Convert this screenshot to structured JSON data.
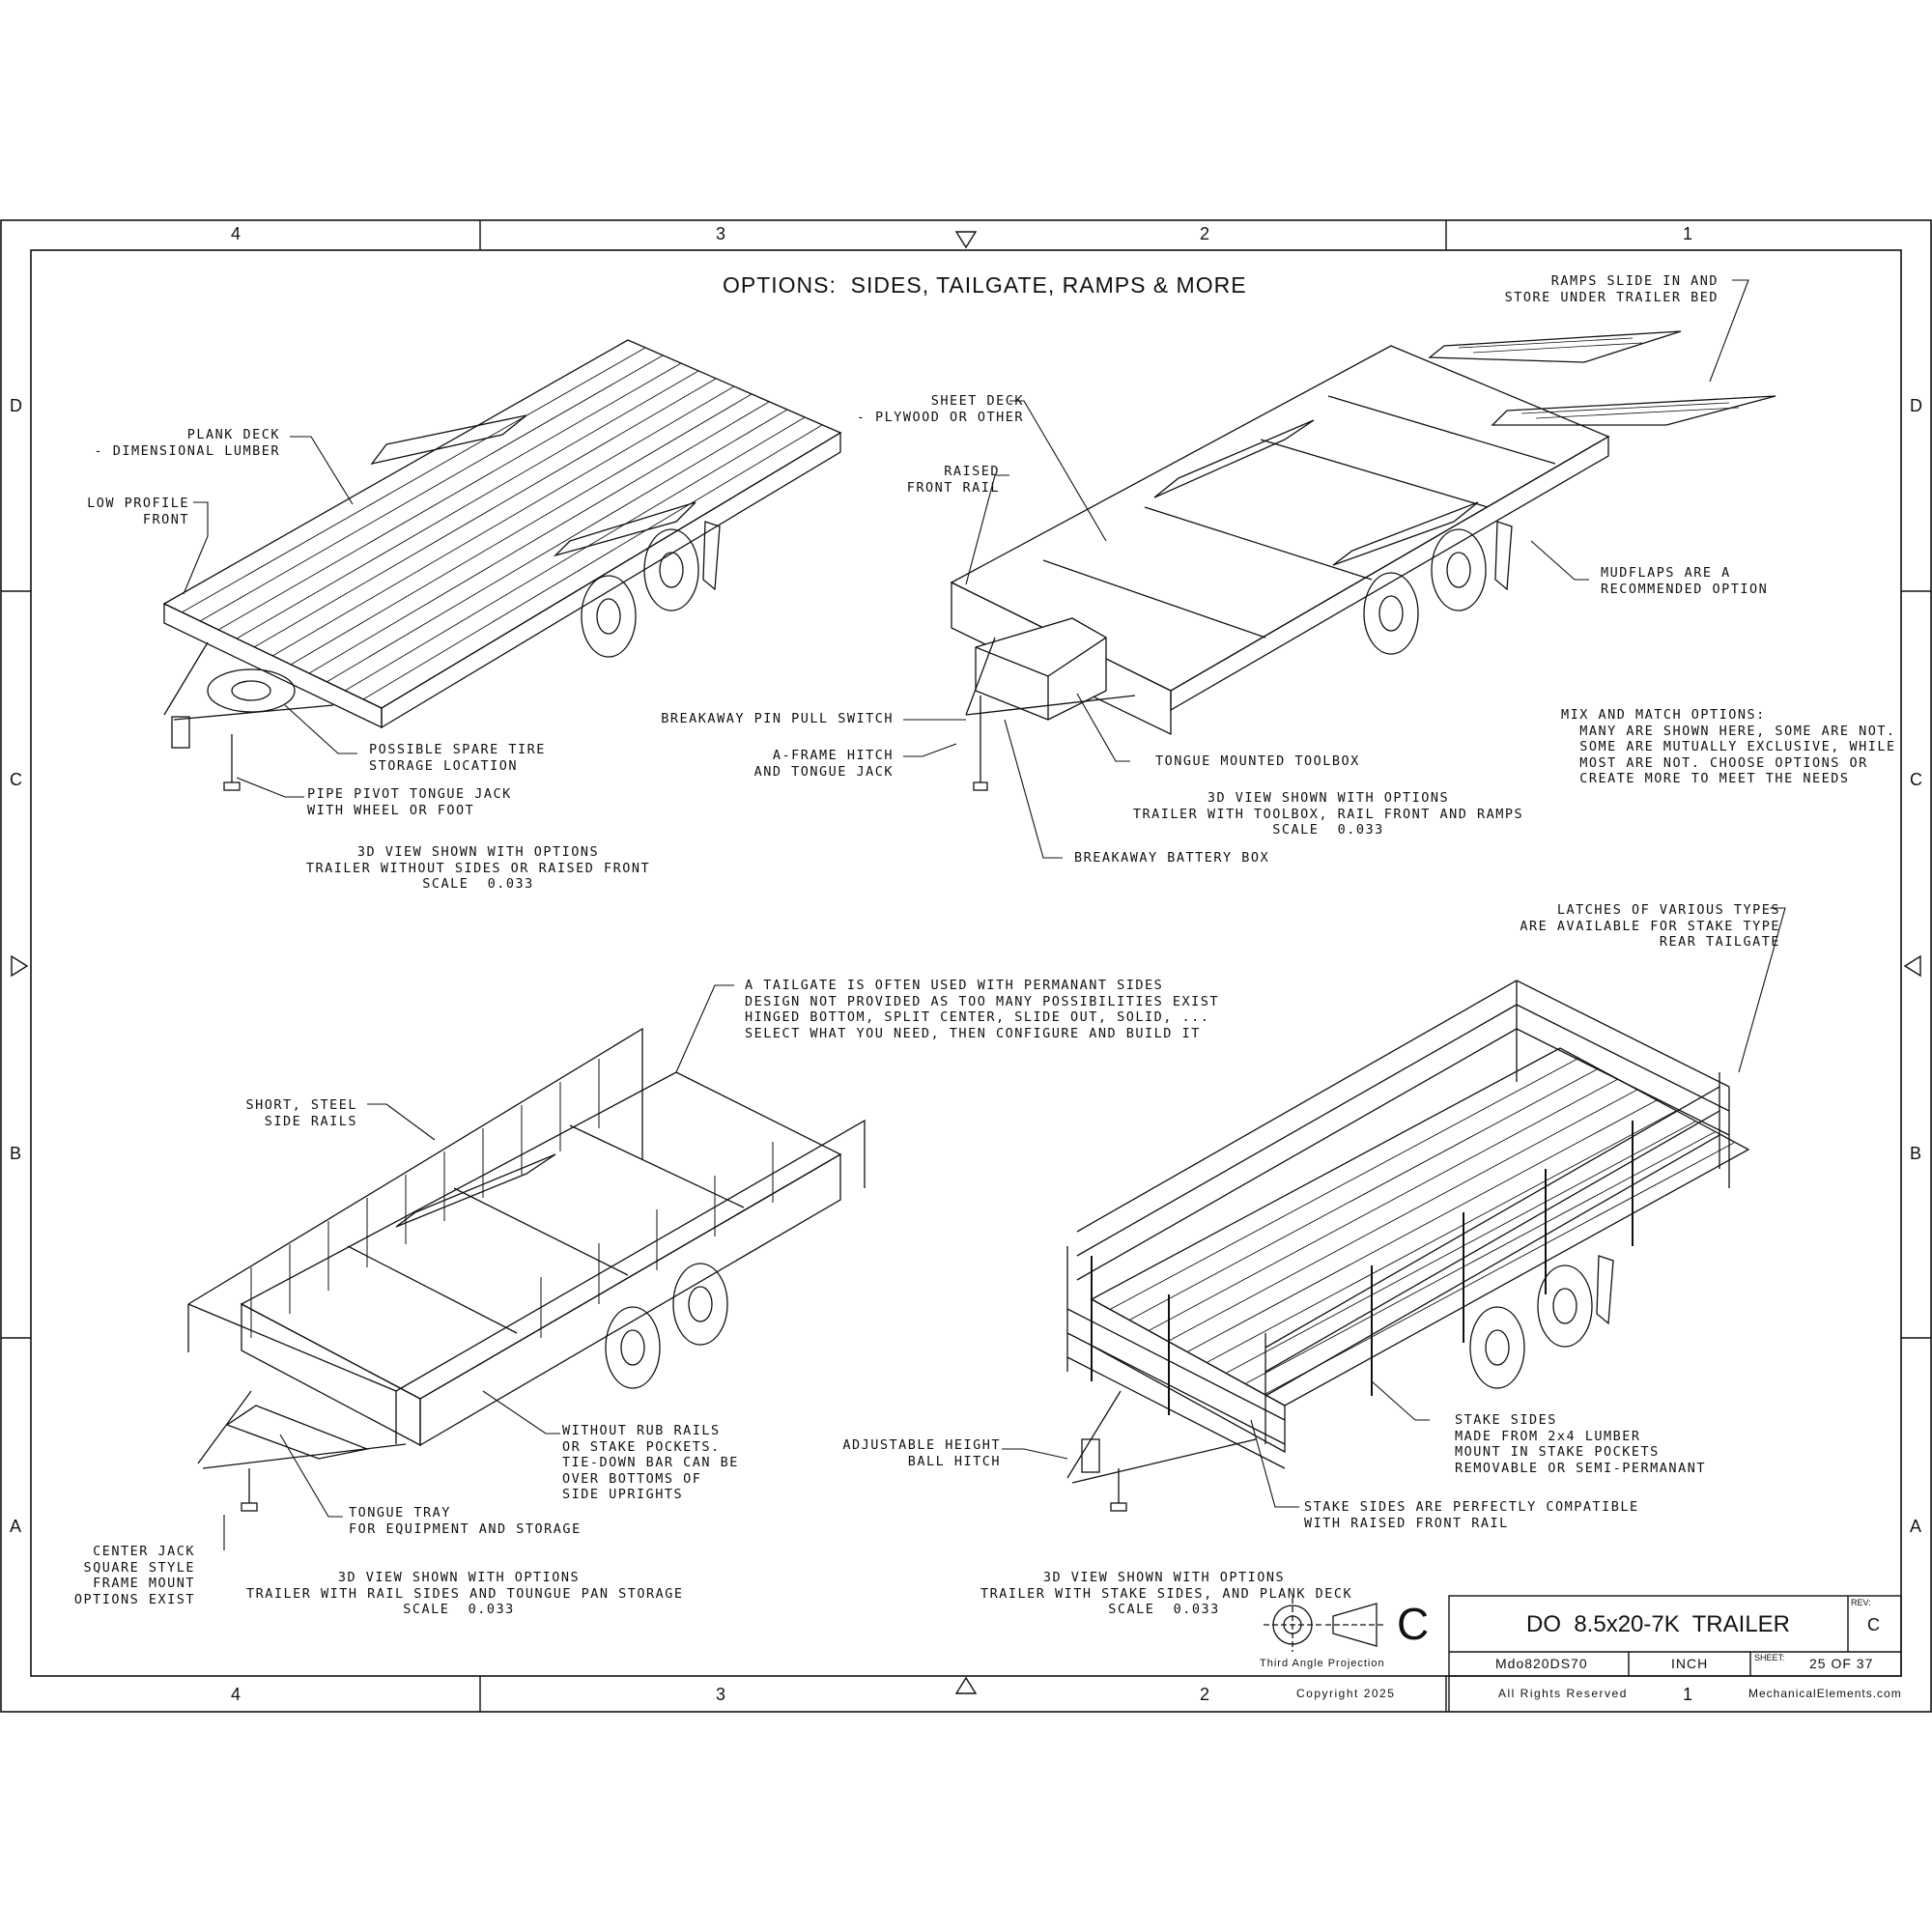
{
  "page_title": "OPTIONS:  SIDES, TAILGATE, RAMPS & MORE",
  "zones": {
    "columns": [
      "4",
      "3",
      "2",
      "1"
    ],
    "rows": [
      "D",
      "C",
      "B",
      "A"
    ]
  },
  "views": [
    {
      "caption": "3D VIEW SHOWN WITH OPTIONS\nTRAILER WITHOUT SIDES OR RAISED FRONT\nSCALE  0.033",
      "callouts": [
        "PLANK DECK\n- DIMENSIONAL LUMBER",
        "LOW PROFILE\nFRONT",
        "POSSIBLE SPARE TIRE\nSTORAGE LOCATION",
        "PIPE PIVOT TONGUE JACK\nWITH WHEEL OR FOOT"
      ]
    },
    {
      "caption": "3D VIEW SHOWN WITH OPTIONS\nTRAILER WITH TOOLBOX, RAIL FRONT AND RAMPS\nSCALE  0.033",
      "callouts": [
        "SHEET DECK\n- PLYWOOD OR OTHER",
        "RAISED\nFRONT RAIL",
        "RAMPS SLIDE IN AND\nSTORE UNDER TRAILER BED",
        "MUDFLAPS ARE A\nRECOMMENDED OPTION",
        "BREAKAWAY PIN PULL SWITCH",
        "A-FRAME HITCH\nAND TONGUE JACK",
        "TONGUE MOUNTED TOOLBOX",
        "BREAKAWAY BATTERY BOX"
      ]
    },
    {
      "caption": "3D VIEW SHOWN WITH OPTIONS\nTRAILER WITH RAIL SIDES AND TOUNGUE PAN STORAGE\nSCALE  0.033",
      "callouts": [
        "A TAILGATE IS OFTEN USED WITH PERMANANT SIDES\nDESIGN NOT PROVIDED AS TOO MANY POSSIBILITIES EXIST\nHINGED BOTTOM, SPLIT CENTER, SLIDE OUT, SOLID, ...\nSELECT WHAT YOU NEED, THEN CONFIGURE AND BUILD IT",
        "SHORT, STEEL\nSIDE RAILS",
        "WITHOUT RUB RAILS\nOR STAKE POCKETS.\nTIE-DOWN BAR CAN BE\nOVER BOTTOMS OF\nSIDE UPRIGHTS",
        "TONGUE TRAY\nFOR EQUIPMENT AND STORAGE",
        "CENTER JACK\nSQUARE STYLE\nFRAME MOUNT\nOPTIONS EXIST"
      ]
    },
    {
      "caption": "3D VIEW SHOWN WITH OPTIONS\nTRAILER WITH STAKE SIDES, AND PLANK DECK\nSCALE  0.033",
      "callouts": [
        "LATCHES OF VARIOUS TYPES\nARE AVAILABLE FOR STAKE TYPE\nREAR TAILGATE",
        "ADJUSTABLE HEIGHT\nBALL HITCH",
        "STAKE SIDES\nMADE FROM 2x4 LUMBER\nMOUNT IN STAKE POCKETS\nREMOVABLE OR SEMI-PERMANANT",
        "STAKE SIDES ARE PERFECTLY COMPATIBLE\nWITH RAISED FRONT RAIL"
      ]
    }
  ],
  "mix_match_note": "MIX AND MATCH OPTIONS:\n  MANY ARE SHOWN HERE, SOME ARE NOT.\n  SOME ARE MUTUALLY EXCLUSIVE, WHILE\n  MOST ARE NOT. CHOOSE OPTIONS OR\n  CREATE MORE TO MEET THE NEEDS",
  "projection": {
    "symbol_letter": "C",
    "label": "Third Angle Projection"
  },
  "title_block": {
    "drawing_title": "DO  8.5x20-7K  TRAILER",
    "rev_label": "REV:",
    "rev": "C",
    "part_number": "Mdo820DS70",
    "units": "INCH",
    "sheet_label": "SHEET:",
    "sheet": "25 OF 37",
    "copyright": "Copyright 2025",
    "rights": "All Rights Reserved",
    "website": "MechanicalElements.com"
  }
}
